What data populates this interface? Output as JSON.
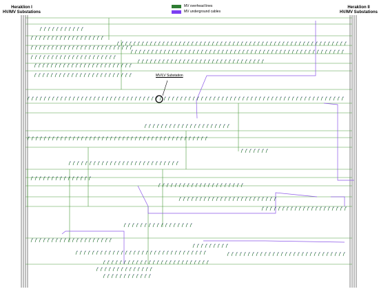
{
  "left_station": {
    "line1": "Heraklion I",
    "line2": "HV/MV Substations"
  },
  "right_station": {
    "line1": "Heraklion II",
    "line2": "HV/MV Substations"
  },
  "legend": [
    {
      "label": "MV overhead lines",
      "color": "#2e7d32"
    },
    {
      "label": "MV underground cables",
      "color": "#7b3ff2"
    }
  ],
  "callout": {
    "label": "MV/LV Substation"
  },
  "colors": {
    "overhead": "#4a9a3a",
    "underground": "#8a55e8",
    "bus": "#444444",
    "node": "#1d6b2a",
    "arrow": "#2a2a7a"
  }
}
